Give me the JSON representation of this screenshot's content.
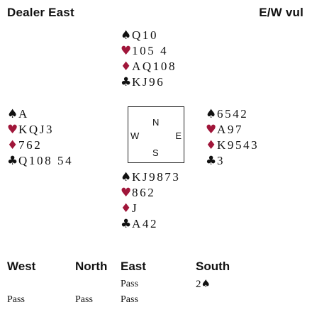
{
  "header": {
    "dealer": "Dealer East",
    "vulnerability": "E/W vul"
  },
  "icons": {
    "spade": "♠",
    "heart": "♥",
    "diamond": "♦",
    "club": "♣"
  },
  "colors": {
    "black_suit": "#111111",
    "red_suit": "#a0163a"
  },
  "hands": {
    "north": {
      "spades": "Q10",
      "hearts": "105 4",
      "diamonds": "AQ108",
      "clubs": "KJ96"
    },
    "west": {
      "spades": "A",
      "hearts": "KQJ3",
      "diamonds": "762",
      "clubs": "Q108 54"
    },
    "east": {
      "spades": "6542",
      "hearts": "A97",
      "diamonds": "K9543",
      "clubs": "3"
    },
    "south": {
      "spades": "KJ9873",
      "hearts": "862",
      "diamonds": "J",
      "clubs": "A42"
    }
  },
  "compass": {
    "n": "N",
    "w": "W",
    "e": "E",
    "s": "S"
  },
  "bidding": {
    "headers": [
      "West",
      "North",
      "East",
      "South"
    ],
    "rounds": [
      [
        "",
        "",
        "Pass",
        "2"
      ],
      [
        "Pass",
        "Pass",
        "Pass",
        ""
      ]
    ],
    "south_opening_suit": "♠"
  }
}
